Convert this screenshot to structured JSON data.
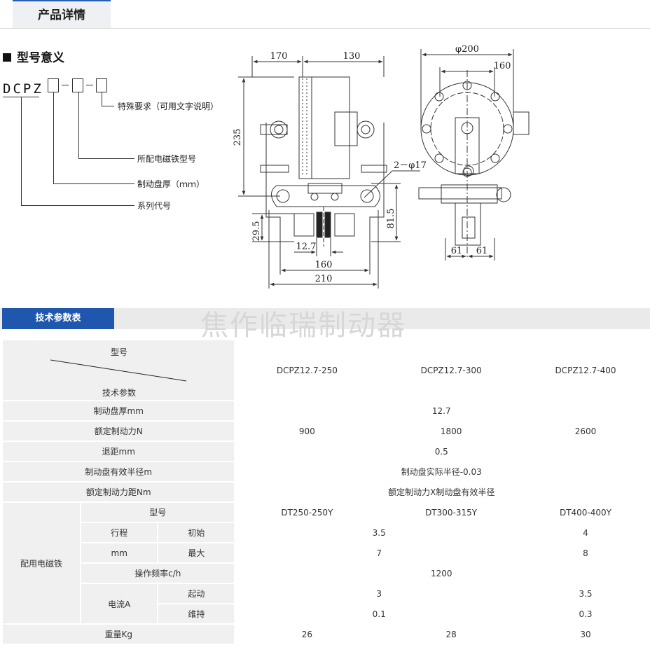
{
  "header": {
    "tab_label": "产品详情"
  },
  "model": {
    "heading": "型号意义",
    "prefix": "DCPZ",
    "legend": {
      "special": "特殊要求（可用文字说明）",
      "magnet": "所配电磁铁型号",
      "thickness": "制动盘厚（ｍｍ）",
      "series": "系列代号"
    }
  },
  "drawing": {
    "front": {
      "d170": "170",
      "d130": "130",
      "d235": "235",
      "d29_5": "29.5",
      "d12_7": "12.7",
      "d160": "160",
      "d210": "210",
      "d81_5": "81.5",
      "holes": "2－φ17"
    },
    "side": {
      "d200": "φ200",
      "d160": "160",
      "d61a": "61",
      "d61b": "61"
    }
  },
  "tech": {
    "tab_label": "技术参数表",
    "watermark": "焦作临瑞制动器"
  },
  "table": {
    "corner_top": "型号",
    "corner_bottom": "技术参数",
    "models": [
      "DCPZ12.7-250",
      "DCPZ12.7-300",
      "DCPZ12.7-400"
    ],
    "thickness": {
      "label": "制动盘厚mm",
      "value": "12.7"
    },
    "force": {
      "label": "额定制动力N",
      "values": [
        "900",
        "1800",
        "2600"
      ]
    },
    "retreat": {
      "label": "退距mm",
      "value": "0.5"
    },
    "radius": {
      "label": "制动盘有效半径m",
      "value": "制动盘实际半径-0.03"
    },
    "torque": {
      "label": "额定制动力距Nm",
      "value": "额定制动力X制动盘有效半径"
    },
    "magnet": {
      "group": "配用电磁铁",
      "type_label": "型号",
      "types": [
        "DT250-250Y",
        "DT300-315Y",
        "DT400-400Y"
      ],
      "stroke_label1": "行程",
      "stroke_label2": "mm",
      "initial": {
        "label": "初始",
        "v12": "3.5",
        "v3": "4"
      },
      "max": {
        "label": "最大",
        "v12": "7",
        "v3": "8"
      },
      "freq": {
        "label": "操作频率c/h",
        "value": "1200"
      },
      "current_label": "电流A",
      "start": {
        "label": "起动",
        "v12": "3",
        "v3": "3.5"
      },
      "hold": {
        "label": "维持",
        "v12": "0.1",
        "v3": "0.3"
      }
    },
    "weight": {
      "label": "重量Kg",
      "values": [
        "26",
        "28",
        "30"
      ]
    }
  }
}
